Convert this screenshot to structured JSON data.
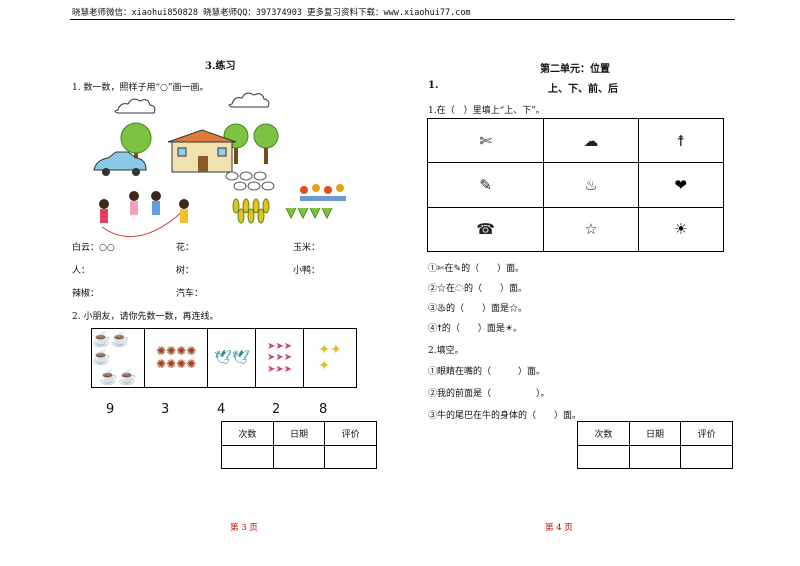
{
  "header": "晓慧老师微信：xiaohui850828 晓慧老师QQ：397374903 更多复习资料下载：www.xiaohui77.com",
  "left": {
    "title": "3.练习",
    "q1": "1. 数一数，照样子用“○”画一画。",
    "labels": {
      "cloud": "白云：○○",
      "flower": "花：",
      "corn": "玉米：",
      "people": "人：",
      "tree": "树：",
      "duck": "小鸭：",
      "pepper": "辣椒：",
      "car": "汽车："
    },
    "q2": "2. 小朋友，请你先数一数，再连线。",
    "numbers": [
      "9",
      "3",
      "4",
      "2",
      "8"
    ],
    "record": {
      "headers": [
        "次数",
        "日期",
        "评价"
      ]
    },
    "page": "第 3 页"
  },
  "right": {
    "unit": "第二单元：位置",
    "section_no": "1.",
    "section_title": "上、下、前、后",
    "q1": "1.在（　）里填上“上、下”。",
    "grid_icons": [
      "scissors-icon",
      "cloud-icon",
      "lighthouse-icon",
      "pencil-icon",
      "hot-spring-icon",
      "heart-icon",
      "telephone-icon",
      "star-icon",
      "sun-icon"
    ],
    "grid_glyphs": [
      "✄",
      "☁",
      "☨",
      "✎",
      "♨",
      "❤",
      "☎",
      "☆",
      "☀"
    ],
    "fill1": "①✄在✎的（　　）面。",
    "fill2": "②☆在☁的（　　）面。",
    "fill3": "③♨的（　　）面是☆。",
    "fill4": "④☨的（　　）面是☀。",
    "q2": "2.填空。",
    "fill5": "①眼睛在嘴的（　　　）面。",
    "fill6": "②我的前面是（　　　　　）。",
    "fill7": "③牛的尾巴在牛的身体的（　　）面。",
    "record": {
      "headers": [
        "次数",
        "日期",
        "评价"
      ]
    },
    "page": "第 4 页"
  }
}
